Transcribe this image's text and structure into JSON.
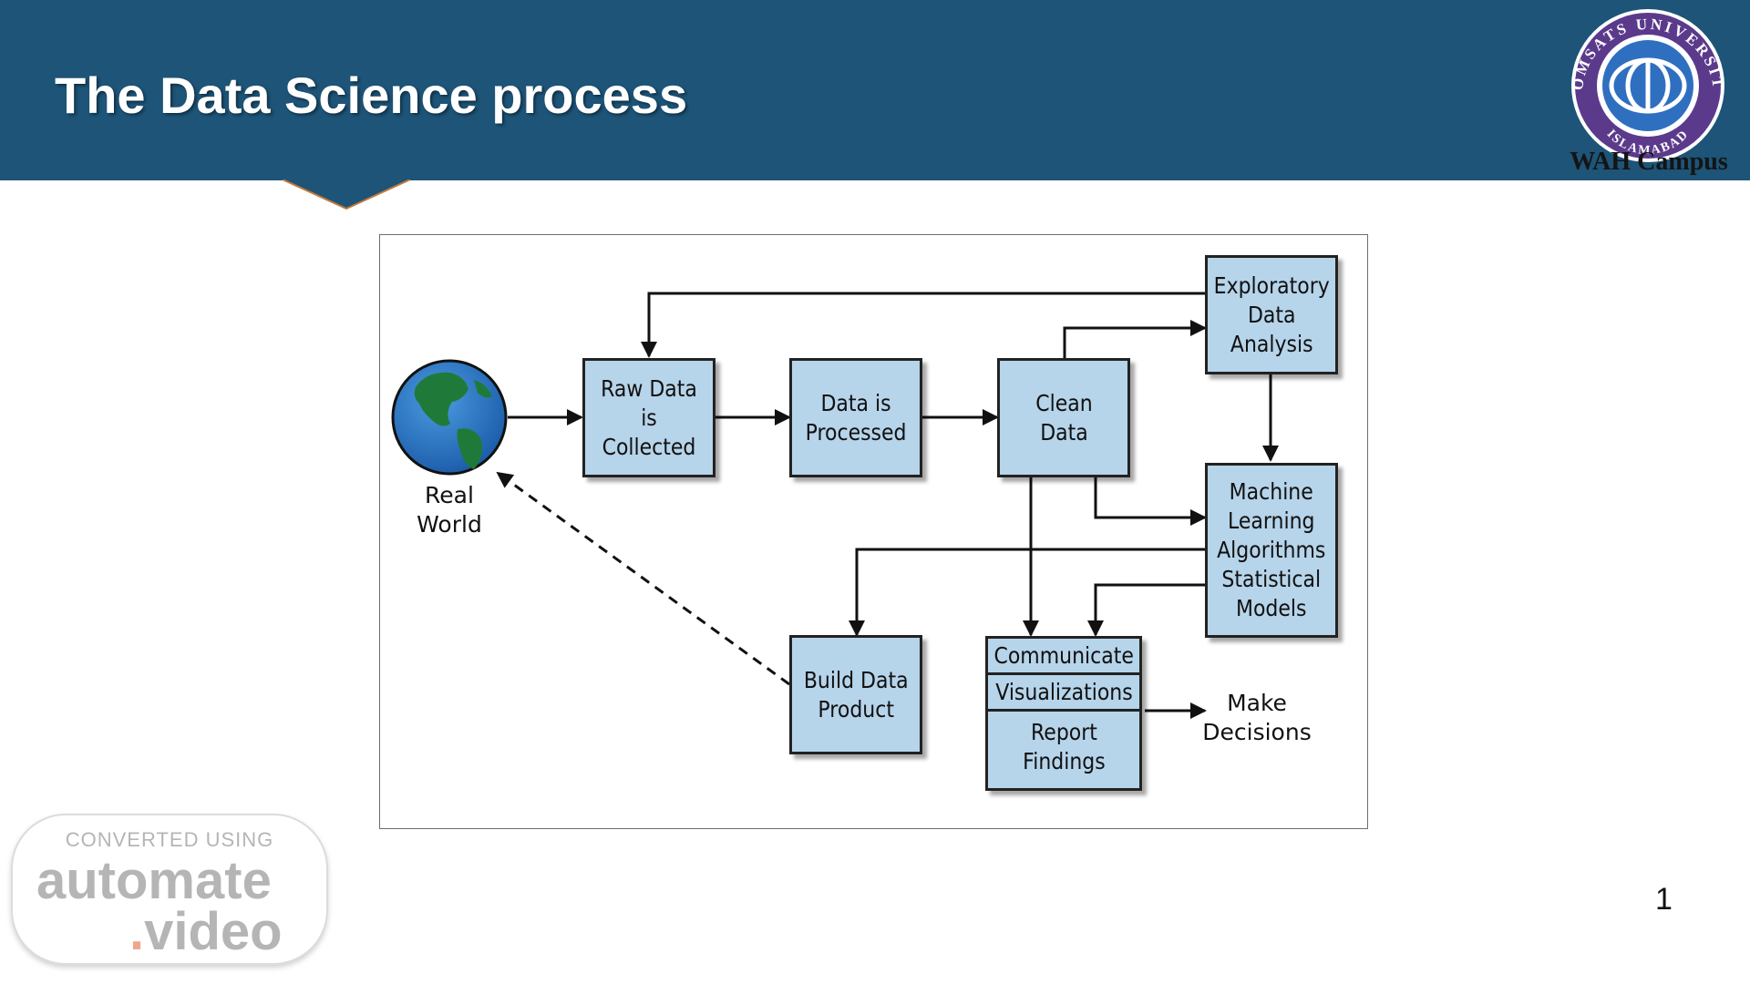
{
  "slide": {
    "title": "The Data Science process",
    "page_number": "1"
  },
  "logo": {
    "arc_text_top": "COMSATS UNIVERSITY",
    "arc_text_bottom": "ISLAMABAD",
    "caption": "WAH Campus",
    "color_ring": "#5b3a8c",
    "color_inner": "#2f6fc0"
  },
  "diagram": {
    "nodes": {
      "real_world": "Real\nWorld",
      "raw_data": "Raw Data is\nCollected",
      "processed": "Data is\nProcessed",
      "clean": "Clean\nData",
      "eda": "Exploratory\nData\nAnalysis",
      "ml": "Machine\nLearning\nAlgorithms\nStatistical\nModels",
      "build": "Build Data\nProduct",
      "communicate": "Communicate",
      "visualizations": "Visualizations",
      "report": "Report\nFindings",
      "decisions": "Make\nDecisions"
    },
    "colors": {
      "box_fill": "#b6d4ea",
      "header": "#1d5478"
    }
  },
  "watermark": {
    "line1": "CONVERTED USING",
    "line2": "automate",
    "line3_dot": ".",
    "line3": "video"
  }
}
